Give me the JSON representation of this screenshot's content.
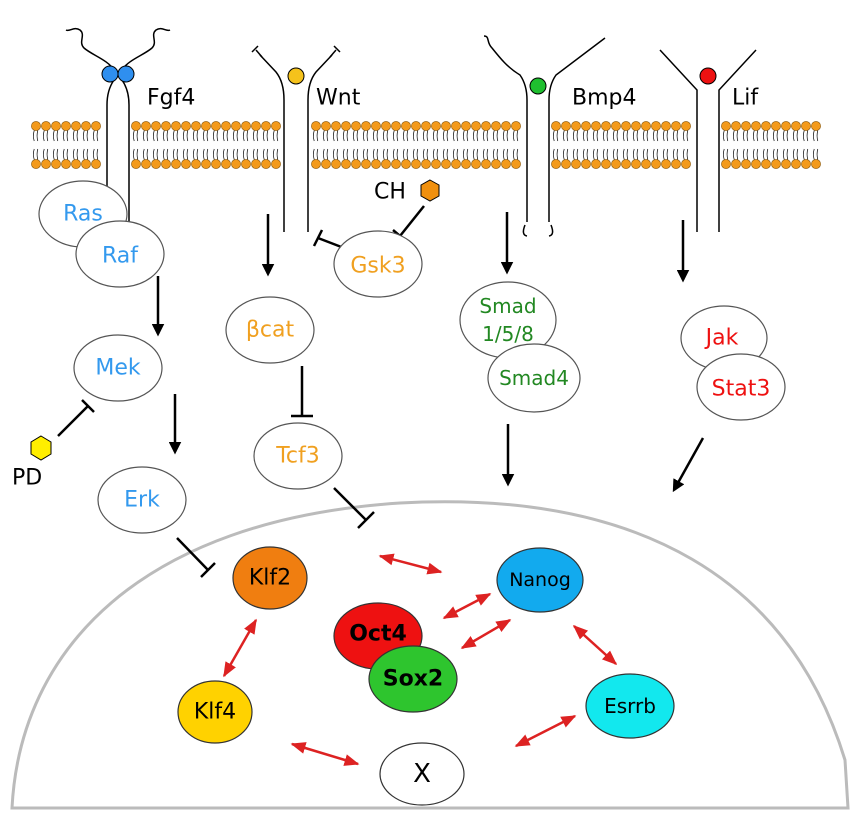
{
  "receptors": [
    {
      "label": "Fgf4",
      "color": "#2f8fef"
    },
    {
      "label": "Wnt",
      "color": "#f5c21b"
    },
    {
      "label": "Bmp4",
      "color": "#1fbf2f"
    },
    {
      "label": "Lif",
      "color": "#ee1111"
    }
  ],
  "inhibitors": {
    "pd": {
      "label": "PD",
      "color": "#ffee00"
    },
    "ch": {
      "label": "CH",
      "color": "#f0900e"
    }
  },
  "fgf_pathway": {
    "ras": "Ras",
    "raf": "Raf",
    "mek": "Mek",
    "erk": "Erk",
    "text_color": "#3399ee"
  },
  "wnt_pathway": {
    "gsk3": "Gsk3",
    "bcat": "βcat",
    "tcf3": "Tcf3",
    "text_color": "#f0a020"
  },
  "bmp_pathway": {
    "smad158_line1": "Smad",
    "smad158_line2": "1/5/8",
    "smad4": "Smad4",
    "text_color": "#228822"
  },
  "lif_pathway": {
    "jak": "Jak",
    "stat3": "Stat3",
    "text_color": "#ee1111"
  },
  "nucleus": {
    "klf2": {
      "label": "Klf2",
      "color": "#f07e10"
    },
    "nanog": {
      "label": "Nanog",
      "color": "#12aaee"
    },
    "oct4": {
      "label": "Oct4",
      "color": "#ee1111"
    },
    "sox2": {
      "label": "Sox2",
      "color": "#2ec52e"
    },
    "klf4": {
      "label": "Klf4",
      "color": "#ffd200"
    },
    "esrrb": {
      "label": "Esrrb",
      "color": "#12e8ee"
    },
    "x": {
      "label": "X",
      "color": "#ffffff"
    }
  },
  "colors": {
    "membrane": "#f39a1b",
    "interaction_arrow": "#dd2222",
    "nucleus_outline": "#bbbbbb"
  }
}
